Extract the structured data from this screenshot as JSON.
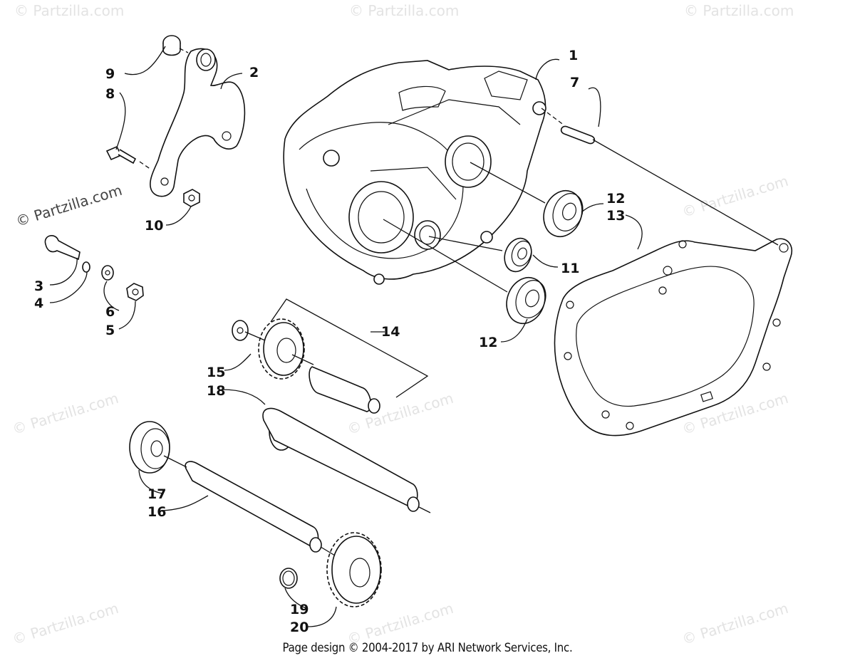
{
  "watermark": {
    "text": "© Partzilla.com"
  },
  "diagram": {
    "callouts": [
      "1",
      "2",
      "3",
      "4",
      "5",
      "6",
      "7",
      "8",
      "9",
      "10",
      "11",
      "12",
      "12",
      "13",
      "14",
      "15",
      "16",
      "17",
      "18",
      "19",
      "20"
    ]
  },
  "footer": {
    "text": "Page design © 2004-2017 by ARI Network Services, Inc."
  }
}
